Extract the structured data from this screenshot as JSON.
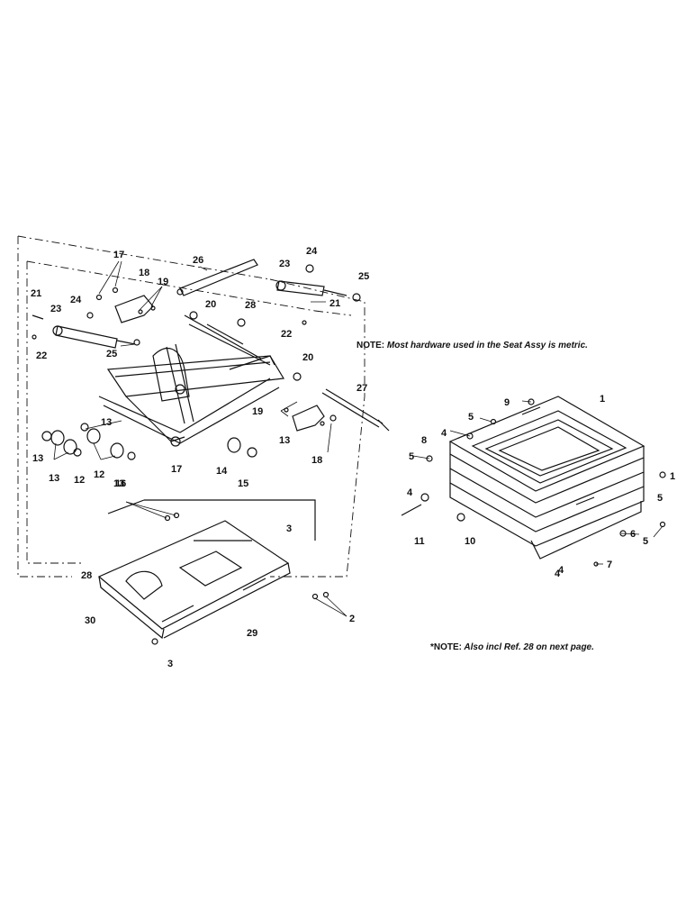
{
  "notes": {
    "hardware_prefix": "NOTE:",
    "hardware_text": "Most hardware used in the Seat Assy is metric.",
    "also_prefix": "*NOTE:",
    "also_text": "Also incl Ref. 28 on next page."
  },
  "callouts": [
    "17",
    "26",
    "24",
    "23",
    "25",
    "18",
    "19",
    "20",
    "21",
    "28",
    "24",
    "23",
    "21",
    "22",
    "25",
    "22",
    "20",
    "27",
    "19",
    "13",
    "13",
    "13",
    "12",
    "12",
    "13",
    "13",
    "18",
    "17",
    "14",
    "15",
    "16",
    "3",
    "28",
    "30",
    "29",
    "2",
    "3",
    "1",
    "9",
    "5",
    "4",
    "5",
    "8",
    "4",
    "11",
    "10",
    "1",
    "5",
    "6",
    "5",
    "4",
    "7",
    "4"
  ]
}
